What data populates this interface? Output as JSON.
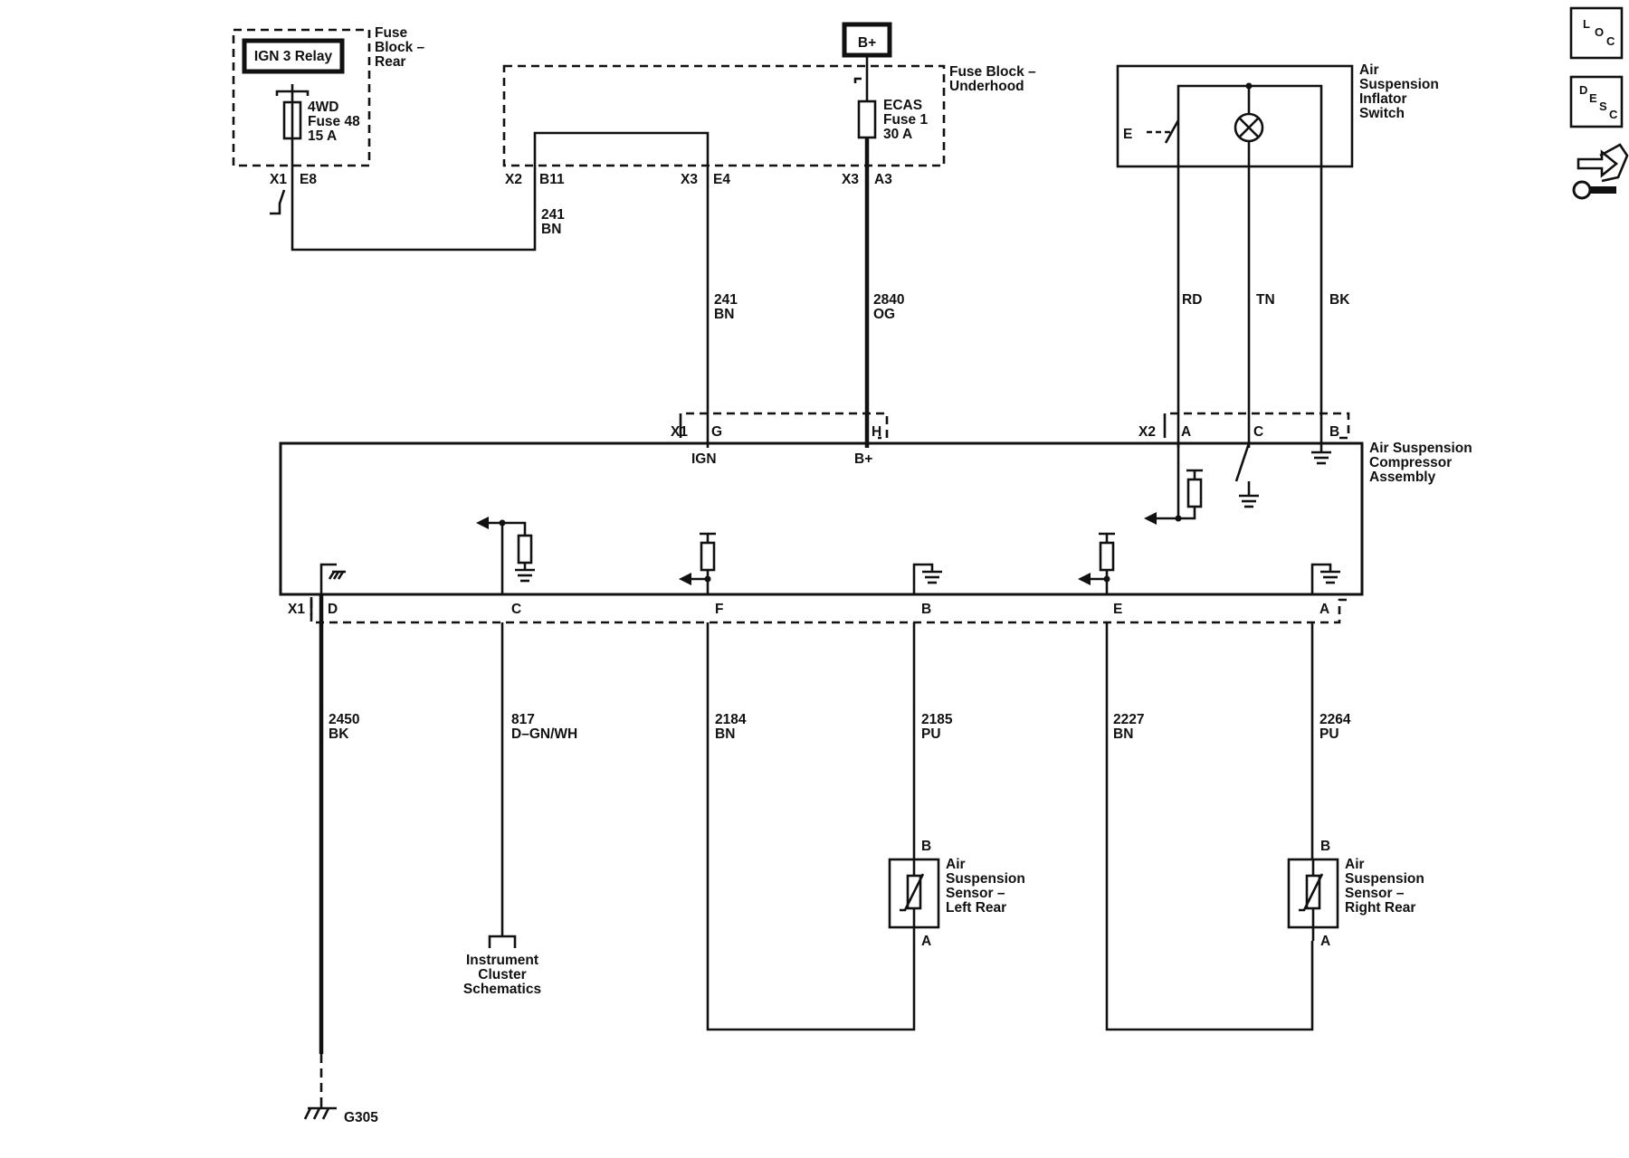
{
  "components": {
    "ign3_relay": "IGN 3 Relay",
    "fuse_block_rear": [
      "Fuse",
      "Block –",
      "Rear"
    ],
    "fuse_4wd": [
      "4WD",
      "Fuse 48",
      "15 A"
    ],
    "b_plus_source": "B+",
    "fuse_block_underhood": [
      "Fuse Block –",
      "Underhood"
    ],
    "ecas_fuse": [
      "ECAS",
      "Fuse 1",
      "30 A"
    ],
    "inflator_switch": [
      "Air",
      "Suspension",
      "Inflator",
      "Switch"
    ],
    "compressor_assembly": [
      "Air Suspension",
      "Compressor",
      "Assembly"
    ],
    "sensor_left_rear": [
      "Air",
      "Suspension",
      "Sensor –",
      "Left Rear"
    ],
    "sensor_right_rear": [
      "Air",
      "Suspension",
      "Sensor –",
      "Right Rear"
    ],
    "instrument_cluster": [
      "Instrument",
      "Cluster",
      "Schematics"
    ],
    "ground": "G305",
    "switch_e_label": "E",
    "ign_terminal": "IGN",
    "b_plus_terminal": "B+"
  },
  "connectors": {
    "x1": "X1",
    "x2": "X2",
    "x3": "X3",
    "e8": "E8",
    "b11": "B11",
    "e4": "E4",
    "a3": "A3",
    "g": "G",
    "h": "H",
    "a": "A",
    "b": "B",
    "c": "C",
    "d": "D",
    "e": "E",
    "f": "F"
  },
  "wires": {
    "w241_top": [
      "241",
      "BN"
    ],
    "w241_mid": [
      "241",
      "BN"
    ],
    "w2840": [
      "2840",
      "OG"
    ],
    "rd": "RD",
    "tn": "TN",
    "bk": "BK",
    "w2450": [
      "2450",
      "BK"
    ],
    "w817": [
      "817",
      "D–GN/WH"
    ],
    "w2184": [
      "2184",
      "BN"
    ],
    "w2185": [
      "2185",
      "PU"
    ],
    "w2227": [
      "2227",
      "BN"
    ],
    "w2264": [
      "2264",
      "PU"
    ]
  },
  "side_icons": {
    "loc": {
      "big": "L",
      "mid": "O",
      "sub": "C",
      "name": "location-icon"
    },
    "desc": {
      "big": "D",
      "mid": "E",
      "sub2": "S",
      "sub": "C",
      "name": "description-icon"
    },
    "connector_name": "connector-views-icon"
  }
}
